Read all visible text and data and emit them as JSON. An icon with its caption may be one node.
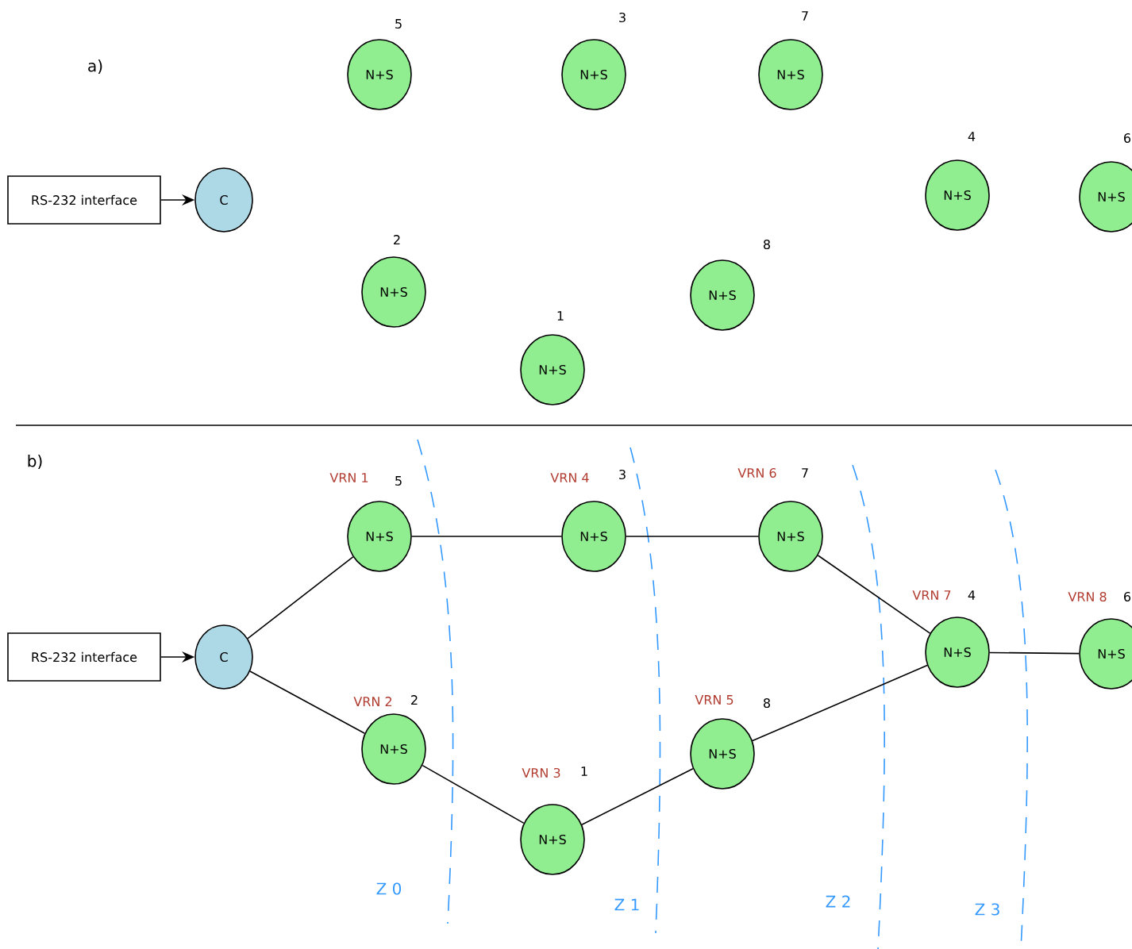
{
  "diagram": {
    "nodes": [
      {
        "text": [
          "RS-232 interface"
        ]
      },
      {
        "text": [
          "C"
        ]
      },
      {
        "text": [
          "N+S"
        ],
        "beside": [
          "5"
        ]
      },
      {
        "text": [
          "N+S"
        ],
        "beside": [
          "3"
        ]
      },
      {
        "text": [
          "N+S"
        ],
        "beside": [
          "7"
        ]
      },
      {
        "text": [
          "N+S"
        ],
        "beside": [
          "4"
        ]
      },
      {
        "text": [
          "N+S"
        ],
        "beside": [
          "6"
        ]
      },
      {
        "text": [
          "N+S"
        ],
        "beside": [
          "2"
        ]
      },
      {
        "text": [
          "N+S"
        ],
        "beside": [
          "8"
        ]
      },
      {
        "text": [
          "N+S"
        ],
        "beside": [
          "1"
        ]
      },
      {
        "text": [
          "RS-232 interface"
        ]
      },
      {
        "text": [
          "C"
        ]
      },
      {
        "text": [
          "N+S"
        ],
        "beside": [
          "VRN 1",
          "5"
        ]
      },
      {
        "text": [
          "N+S"
        ],
        "beside": [
          "VRN 4",
          "3"
        ]
      },
      {
        "text": [
          "N+S"
        ],
        "beside": [
          "VRN 6",
          "7"
        ]
      },
      {
        "text": [
          "N+S"
        ],
        "beside": [
          "VRN 7",
          "4"
        ]
      },
      {
        "text": [
          "N+S"
        ],
        "beside": [
          "VRN 8",
          "6"
        ]
      },
      {
        "text": [
          "N+S"
        ],
        "beside": [
          "VRN 2",
          "2"
        ]
      },
      {
        "text": [
          "N+S"
        ],
        "beside": [
          "VRN 5",
          "8"
        ]
      },
      {
        "text": [
          "N+S"
        ],
        "beside": [
          "VRN 3",
          "1"
        ]
      }
    ],
    "edges": [
      {
        "from": 0,
        "to": 1,
        "arrow": "to"
      },
      {
        "from": 10,
        "to": 11,
        "arrow": "to"
      },
      {
        "from": 11,
        "to": 12,
        "arrow": "none"
      },
      {
        "from": 11,
        "to": 17,
        "arrow": "none"
      },
      {
        "from": 12,
        "to": 13,
        "arrow": "none"
      },
      {
        "from": 13,
        "to": 14,
        "arrow": "none"
      },
      {
        "from": 14,
        "to": 15,
        "arrow": "none"
      },
      {
        "from": 15,
        "to": 16,
        "arrow": "none"
      },
      {
        "from": 17,
        "to": 19,
        "arrow": "none"
      },
      {
        "from": 19,
        "to": 18,
        "arrow": "none"
      },
      {
        "from": 18,
        "to": 15,
        "arrow": "none"
      }
    ],
    "labels": [
      "a)",
      "b)",
      "Z 0",
      "Z 1",
      "Z 2",
      "Z 3"
    ]
  }
}
